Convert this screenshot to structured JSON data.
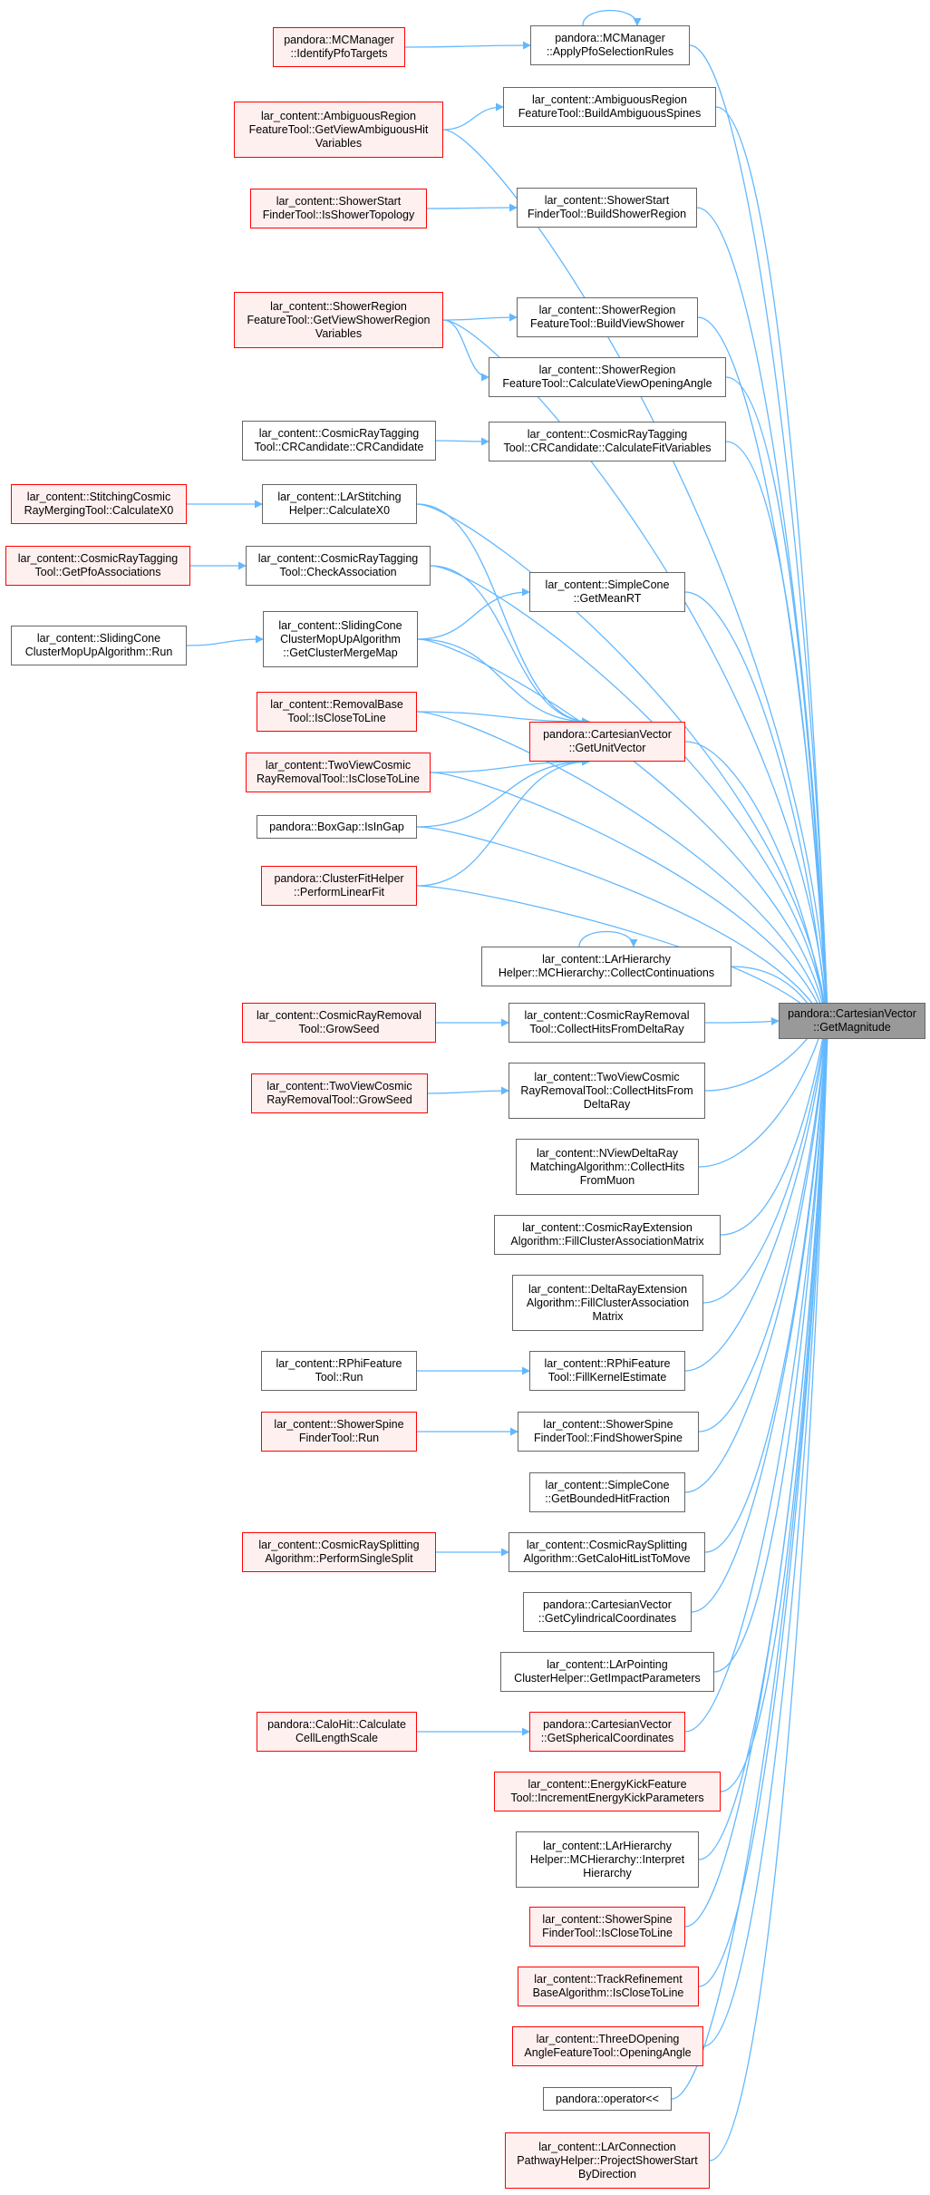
{
  "graph": {
    "colors": {
      "edge": "#63b8ff",
      "plain_border": "#666666",
      "plain_fill": "#ffffff",
      "red_border": "#ff0000",
      "red_fill": "#fff0f0",
      "target_fill": "#999999"
    },
    "nodes": [
      {
        "id": "target",
        "style": "target",
        "lines": [
          "pandora::CartesianVector",
          "::GetMagnitude"
        ]
      },
      {
        "id": "n1",
        "style": "plain",
        "lines": [
          "pandora::MCManager",
          "::ApplyPfoSelectionRules"
        ]
      },
      {
        "id": "n2",
        "style": "red",
        "lines": [
          "pandora::MCManager",
          "::IdentifyPfoTargets"
        ]
      },
      {
        "id": "n3",
        "style": "plain",
        "lines": [
          "lar_content::AmbiguousRegion",
          "FeatureTool::BuildAmbiguousSpines"
        ]
      },
      {
        "id": "n4",
        "style": "red",
        "lines": [
          "lar_content::AmbiguousRegion",
          "FeatureTool::GetViewAmbiguousHit",
          "Variables"
        ]
      },
      {
        "id": "n5",
        "style": "plain",
        "lines": [
          "lar_content::ShowerStart",
          "FinderTool::BuildShowerRegion"
        ]
      },
      {
        "id": "n6",
        "style": "red",
        "lines": [
          "lar_content::ShowerStart",
          "FinderTool::IsShowerTopology"
        ]
      },
      {
        "id": "n7",
        "style": "plain",
        "lines": [
          "lar_content::ShowerRegion",
          "FeatureTool::BuildViewShower"
        ]
      },
      {
        "id": "n8",
        "style": "red",
        "lines": [
          "lar_content::ShowerRegion",
          "FeatureTool::GetViewShowerRegion",
          "Variables"
        ]
      },
      {
        "id": "n9",
        "style": "plain",
        "lines": [
          "lar_content::ShowerRegion",
          "FeatureTool::CalculateViewOpeningAngle"
        ]
      },
      {
        "id": "n10",
        "style": "plain",
        "lines": [
          "lar_content::CosmicRayTagging",
          "Tool::CRCandidate::CalculateFitVariables"
        ]
      },
      {
        "id": "n11",
        "style": "plain",
        "lines": [
          "lar_content::CosmicRayTagging",
          "Tool::CRCandidate::CRCandidate"
        ]
      },
      {
        "id": "n12",
        "style": "plain",
        "lines": [
          "lar_content::LArStitching",
          "Helper::CalculateX0"
        ]
      },
      {
        "id": "n13",
        "style": "red",
        "lines": [
          "lar_content::StitchingCosmic",
          "RayMergingTool::CalculateX0"
        ]
      },
      {
        "id": "n14",
        "style": "plain",
        "lines": [
          "lar_content::CosmicRayTagging",
          "Tool::CheckAssociation"
        ]
      },
      {
        "id": "n15",
        "style": "red",
        "lines": [
          "lar_content::CosmicRayTagging",
          "Tool::GetPfoAssociations"
        ]
      },
      {
        "id": "n16",
        "style": "plain",
        "lines": [
          "lar_content::SimpleCone",
          "::GetMeanRT"
        ]
      },
      {
        "id": "n17",
        "style": "plain",
        "lines": [
          "lar_content::SlidingCone",
          "ClusterMopUpAlgorithm",
          "::GetClusterMergeMap"
        ]
      },
      {
        "id": "n18",
        "style": "plain",
        "lines": [
          "lar_content::SlidingCone",
          "ClusterMopUpAlgorithm::Run"
        ]
      },
      {
        "id": "n19",
        "style": "red",
        "lines": [
          "pandora::CartesianVector",
          "::GetUnitVector"
        ]
      },
      {
        "id": "n20",
        "style": "red",
        "lines": [
          "lar_content::RemovalBase",
          "Tool::IsCloseToLine"
        ]
      },
      {
        "id": "n21",
        "style": "red",
        "lines": [
          "lar_content::TwoViewCosmic",
          "RayRemovalTool::IsCloseToLine"
        ]
      },
      {
        "id": "n22",
        "style": "plain",
        "lines": [
          "pandora::BoxGap::IsInGap"
        ]
      },
      {
        "id": "n23",
        "style": "red",
        "lines": [
          "pandora::ClusterFitHelper",
          "::PerformLinearFit"
        ]
      },
      {
        "id": "n24",
        "style": "plain",
        "lines": [
          "lar_content::LArHierarchy",
          "Helper::MCHierarchy::CollectContinuations"
        ]
      },
      {
        "id": "n25",
        "style": "plain",
        "lines": [
          "lar_content::CosmicRayRemoval",
          "Tool::CollectHitsFromDeltaRay"
        ]
      },
      {
        "id": "n26",
        "style": "red",
        "lines": [
          "lar_content::CosmicRayRemoval",
          "Tool::GrowSeed"
        ]
      },
      {
        "id": "n27",
        "style": "plain",
        "lines": [
          "lar_content::TwoViewCosmic",
          "RayRemovalTool::CollectHitsFrom",
          "DeltaRay"
        ]
      },
      {
        "id": "n28",
        "style": "red",
        "lines": [
          "lar_content::TwoViewCosmic",
          "RayRemovalTool::GrowSeed"
        ]
      },
      {
        "id": "n29",
        "style": "plain",
        "lines": [
          "lar_content::NViewDeltaRay",
          "MatchingAlgorithm::CollectHits",
          "FromMuon"
        ]
      },
      {
        "id": "n30",
        "style": "plain",
        "lines": [
          "lar_content::CosmicRayExtension",
          "Algorithm::FillClusterAssociationMatrix"
        ]
      },
      {
        "id": "n31",
        "style": "plain",
        "lines": [
          "lar_content::DeltaRayExtension",
          "Algorithm::FillClusterAssociation",
          "Matrix"
        ]
      },
      {
        "id": "n32",
        "style": "plain",
        "lines": [
          "lar_content::RPhiFeature",
          "Tool::FillKernelEstimate"
        ]
      },
      {
        "id": "n33",
        "style": "plain",
        "lines": [
          "lar_content::RPhiFeature",
          "Tool::Run"
        ]
      },
      {
        "id": "n34",
        "style": "plain",
        "lines": [
          "lar_content::ShowerSpine",
          "FinderTool::FindShowerSpine"
        ]
      },
      {
        "id": "n35",
        "style": "red",
        "lines": [
          "lar_content::ShowerSpine",
          "FinderTool::Run"
        ]
      },
      {
        "id": "n36",
        "style": "plain",
        "lines": [
          "lar_content::SimpleCone",
          "::GetBoundedHitFraction"
        ]
      },
      {
        "id": "n37",
        "style": "plain",
        "lines": [
          "lar_content::CosmicRaySplitting",
          "Algorithm::GetCaloHitListToMove"
        ]
      },
      {
        "id": "n38",
        "style": "red",
        "lines": [
          "lar_content::CosmicRaySplitting",
          "Algorithm::PerformSingleSplit"
        ]
      },
      {
        "id": "n39",
        "style": "plain",
        "lines": [
          "pandora::CartesianVector",
          "::GetCylindricalCoordinates"
        ]
      },
      {
        "id": "n40",
        "style": "plain",
        "lines": [
          "lar_content::LArPointing",
          "ClusterHelper::GetImpactParameters"
        ]
      },
      {
        "id": "n41",
        "style": "red",
        "lines": [
          "pandora::CartesianVector",
          "::GetSphericalCoordinates"
        ]
      },
      {
        "id": "n42",
        "style": "red",
        "lines": [
          "pandora::CaloHit::Calculate",
          "CellLengthScale"
        ]
      },
      {
        "id": "n43",
        "style": "red",
        "lines": [
          "lar_content::EnergyKickFeature",
          "Tool::IncrementEnergyKickParameters"
        ]
      },
      {
        "id": "n44",
        "style": "plain",
        "lines": [
          "lar_content::LArHierarchy",
          "Helper::MCHierarchy::Interpret",
          "Hierarchy"
        ]
      },
      {
        "id": "n45",
        "style": "red",
        "lines": [
          "lar_content::ShowerSpine",
          "FinderTool::IsCloseToLine"
        ]
      },
      {
        "id": "n46",
        "style": "red",
        "lines": [
          "lar_content::TrackRefinement",
          "BaseAlgorithm::IsCloseToLine"
        ]
      },
      {
        "id": "n47",
        "style": "red",
        "lines": [
          "lar_content::ThreeDOpening",
          "AngleFeatureTool::OpeningAngle"
        ]
      },
      {
        "id": "n48",
        "style": "plain",
        "lines": [
          "pandora::operator<<"
        ]
      },
      {
        "id": "n49",
        "style": "red",
        "lines": [
          "lar_content::LArConnection",
          "PathwayHelper::ProjectShowerStart",
          "ByDirection"
        ]
      }
    ],
    "edges": [
      [
        "n1",
        "target"
      ],
      [
        "n1",
        "n1"
      ],
      [
        "n2",
        "n1"
      ],
      [
        "n3",
        "target"
      ],
      [
        "n4",
        "n3"
      ],
      [
        "n4",
        "target"
      ],
      [
        "n5",
        "target"
      ],
      [
        "n6",
        "n5"
      ],
      [
        "n8",
        "target"
      ],
      [
        "n7",
        "target"
      ],
      [
        "n8",
        "n7"
      ],
      [
        "n8",
        "n9"
      ],
      [
        "n9",
        "target"
      ],
      [
        "n10",
        "target"
      ],
      [
        "n11",
        "n10"
      ],
      [
        "n12",
        "target"
      ],
      [
        "n13",
        "n12"
      ],
      [
        "n12",
        "n19"
      ],
      [
        "n14",
        "target"
      ],
      [
        "n15",
        "n14"
      ],
      [
        "n14",
        "n19"
      ],
      [
        "n16",
        "target"
      ],
      [
        "n17",
        "n16"
      ],
      [
        "n17",
        "target"
      ],
      [
        "n18",
        "n17"
      ],
      [
        "n17",
        "n19"
      ],
      [
        "n19",
        "target"
      ],
      [
        "n20",
        "n19"
      ],
      [
        "n20",
        "target"
      ],
      [
        "n21",
        "n19"
      ],
      [
        "n21",
        "target"
      ],
      [
        "n22",
        "n19"
      ],
      [
        "n22",
        "target"
      ],
      [
        "n23",
        "n19"
      ],
      [
        "n23",
        "target"
      ],
      [
        "n24",
        "target"
      ],
      [
        "n24",
        "n24"
      ],
      [
        "n25",
        "target"
      ],
      [
        "n26",
        "n25"
      ],
      [
        "n27",
        "target"
      ],
      [
        "n28",
        "n27"
      ],
      [
        "n29",
        "target"
      ],
      [
        "n30",
        "target"
      ],
      [
        "n31",
        "target"
      ],
      [
        "n32",
        "target"
      ],
      [
        "n33",
        "n32"
      ],
      [
        "n34",
        "target"
      ],
      [
        "n35",
        "n34"
      ],
      [
        "n36",
        "target"
      ],
      [
        "n37",
        "target"
      ],
      [
        "n38",
        "n37"
      ],
      [
        "n39",
        "target"
      ],
      [
        "n40",
        "target"
      ],
      [
        "n41",
        "target"
      ],
      [
        "n42",
        "n41"
      ],
      [
        "n43",
        "target"
      ],
      [
        "n44",
        "target"
      ],
      [
        "n45",
        "target"
      ],
      [
        "n46",
        "target"
      ],
      [
        "n47",
        "target"
      ],
      [
        "n48",
        "target"
      ],
      [
        "n49",
        "target"
      ]
    ]
  }
}
